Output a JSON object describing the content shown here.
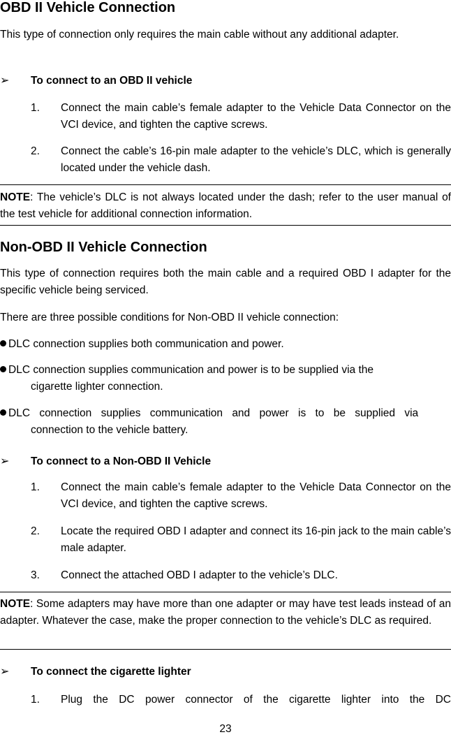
{
  "sections": {
    "obd2": {
      "heading": "OBD II Vehicle Connection",
      "intro": "This type of connection only requires the main cable without any additional adapter.",
      "subheading": "To connect to an OBD II vehicle",
      "steps": [
        {
          "num": "1.",
          "text": "Connect the main cable’s female adapter to the Vehicle Data Connector on the VCI device, and tighten the captive screws."
        },
        {
          "num": "2.",
          "text": "Connect the cable’s 16-pin male adapter to the vehicle’s DLC, which is generally located under the vehicle dash."
        }
      ],
      "note_label": "NOTE",
      "note_text": ": The vehicle’s DLC is not always located under the dash; refer to the user manual of the test vehicle for additional connection information."
    },
    "non_obd2": {
      "heading": "Non-OBD II Vehicle Connection",
      "intro": "This type of connection requires both the main cable and a required OBD I adapter for the specific vehicle being serviced.",
      "conditions_lead": "There are three possible conditions for Non-OBD II vehicle connection:",
      "bullets": [
        "DLC connection supplies both communication and power.",
        "DLC connection supplies communication and power is to be supplied via the cigarette lighter connection.",
        "DLC connection supplies communication and power is to be supplied via connection to the vehicle battery."
      ],
      "subheading": "To connect to a Non-OBD II Vehicle",
      "steps": [
        {
          "num": "1.",
          "text": "Connect the main cable’s female adapter to the Vehicle Data Connector on the VCI device, and tighten the captive screws."
        },
        {
          "num": "2.",
          "text": "Locate the required OBD I adapter and connect its 16-pin jack to the main cable’s male adapter."
        },
        {
          "num": "3.",
          "text": "Connect the attached OBD I adapter to the vehicle’s DLC."
        }
      ],
      "note_label": "NOTE",
      "note_text": ": Some adapters may have more than one adapter or may have test leads instead of an adapter. Whatever the case, make the proper connection to the vehicle’s DLC as required."
    },
    "cigarette": {
      "subheading": "To connect the cigarette lighter",
      "steps": [
        {
          "num": "1.",
          "text": "Plug the DC power connector of the cigarette lighter into the DC"
        }
      ]
    }
  },
  "arrow_glyph": "➢",
  "page_number": "23"
}
